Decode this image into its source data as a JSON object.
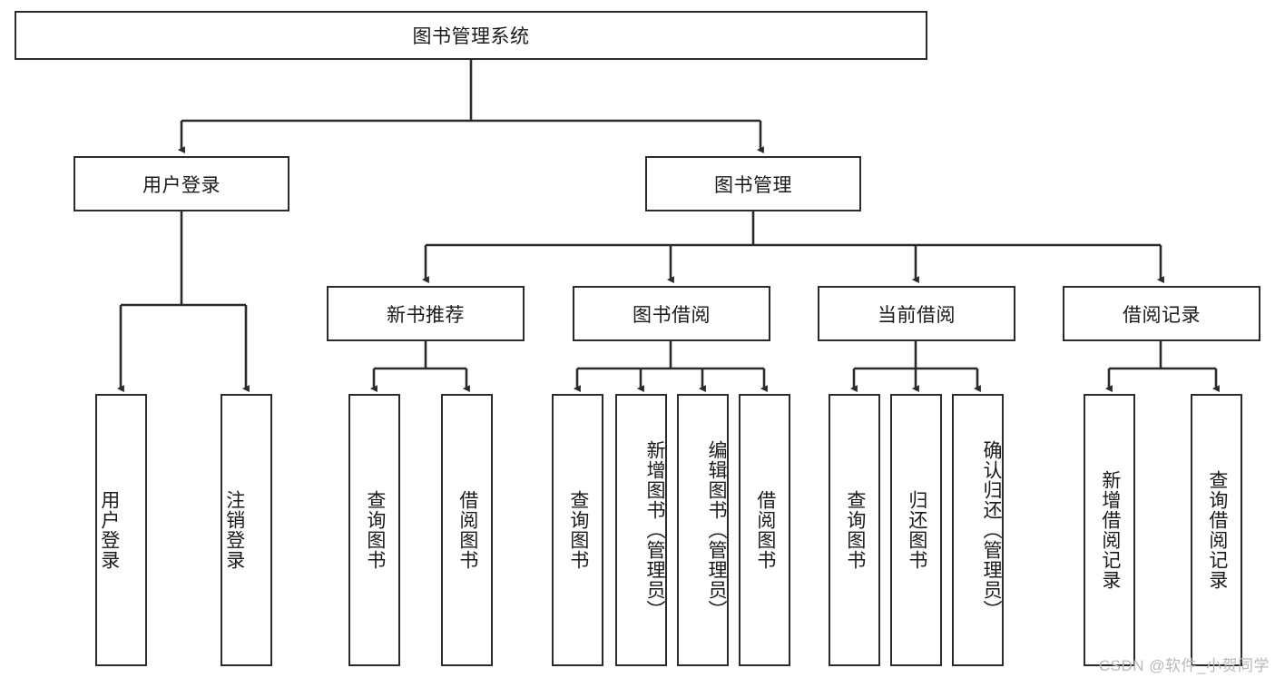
{
  "diagram": {
    "type": "tree",
    "title": "图书管理系统",
    "root": {
      "label": "图书管理系统"
    },
    "level1": [
      {
        "label": "用户登录"
      },
      {
        "label": "图书管理"
      }
    ],
    "level2": [
      {
        "label": "新书推荐"
      },
      {
        "label": "图书借阅"
      },
      {
        "label": "当前借阅"
      },
      {
        "label": "借阅记录"
      }
    ],
    "leaves": {
      "user_login": [
        {
          "label": "用户登录"
        },
        {
          "label": "注销登录"
        }
      ],
      "new_book_recommend": [
        {
          "label": "查询图书"
        },
        {
          "label": "借阅图书"
        }
      ],
      "book_borrow": [
        {
          "label": "查询图书"
        },
        {
          "label": "新增图书（管理员）"
        },
        {
          "label": "编辑图书（管理员）"
        },
        {
          "label": "借阅图书"
        }
      ],
      "current_borrow": [
        {
          "label": "查询图书"
        },
        {
          "label": "归还图书"
        },
        {
          "label": "确认归还（管理员）"
        }
      ],
      "borrow_record": [
        {
          "label": "新增借阅记录"
        },
        {
          "label": "查询借阅记录"
        }
      ]
    }
  },
  "watermark": {
    "text": "CSDN @软件_小贺同学"
  },
  "colors": {
    "border": "#2b2b2b",
    "background": "#ffffff",
    "text": "#1a1a1a",
    "watermark": "#b9b9b9"
  }
}
